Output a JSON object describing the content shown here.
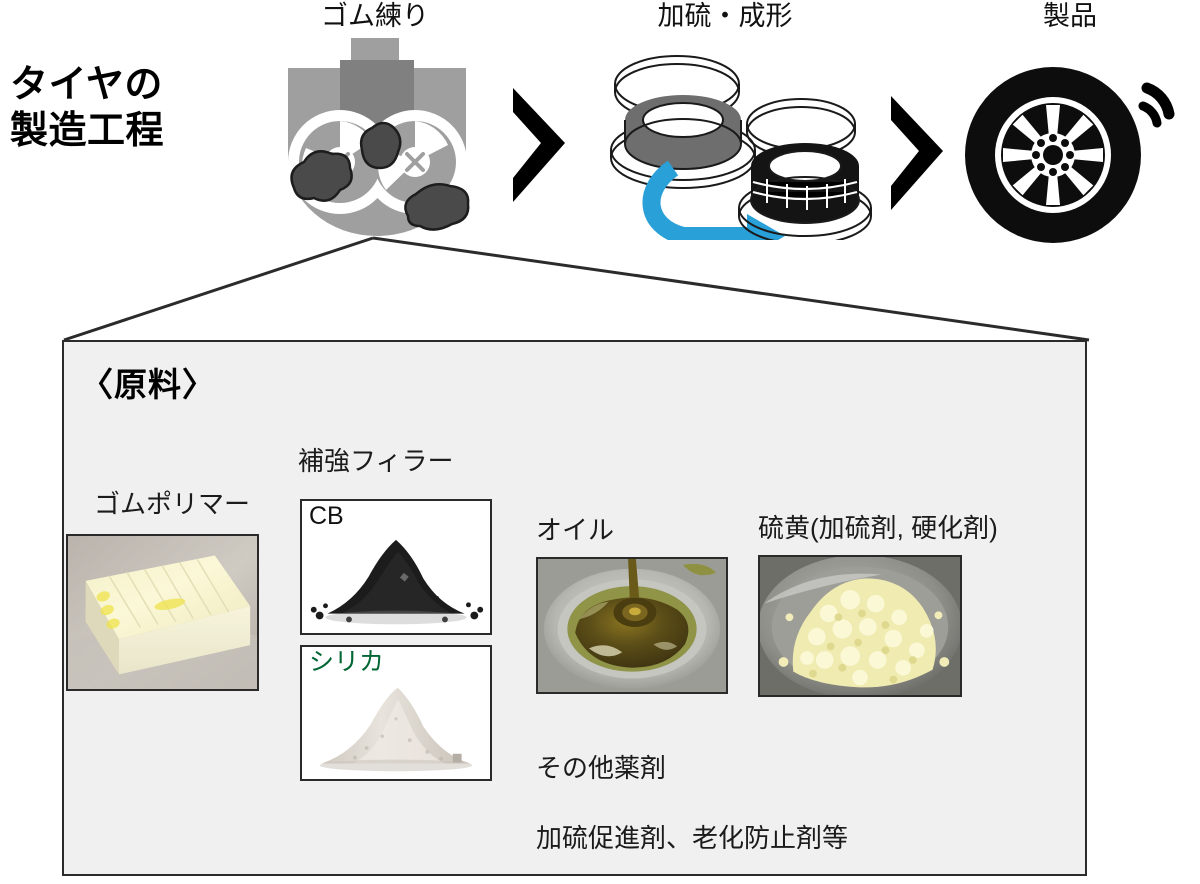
{
  "diagram": {
    "title": "タイヤの\n製造工程",
    "title_line1": "タイヤの",
    "title_line2": "製造工程"
  },
  "process": {
    "stages": [
      {
        "id": "mixing",
        "label": "ゴム練り",
        "icon": "rubber-mixer-icon"
      },
      {
        "id": "vulcanizing",
        "label": "加硫・成形",
        "icon": "tire-mold-icon"
      },
      {
        "id": "product",
        "label": "製品",
        "icon": "tire-wheel-icon"
      }
    ],
    "separators": [
      "chevron-right-icon",
      "chevron-right-icon"
    ],
    "transform_arrow": "curved-arrow-icon"
  },
  "materials_panel": {
    "heading": "〈原料〉",
    "items": [
      {
        "id": "rubber-polymer",
        "label": "ゴムポリマー",
        "photo": "rubber-polymer-block-photo"
      },
      {
        "id": "reinforcing-filler",
        "label": "補強フィラー",
        "sub_items": [
          {
            "id": "carbon-black",
            "caption": "CB",
            "caption_color": "#111111",
            "photo": "carbon-black-powder-photo"
          },
          {
            "id": "silica",
            "caption": "シリカ",
            "caption_color": "#006633",
            "photo": "silica-powder-photo"
          }
        ]
      },
      {
        "id": "oil",
        "label": "オイル",
        "photo": "oil-in-dish-photo"
      },
      {
        "id": "sulfur",
        "label": "硫黄(加硫剤, 硬化剤)",
        "photo": "sulfur-powder-photo"
      }
    ],
    "other_agents": {
      "line1": "その他薬剤",
      "line2": "加硫促進剤、老化防止剤等"
    }
  },
  "colors": {
    "panel_background": "#f0f0f0",
    "panel_border": "#2b2b2b",
    "mixer_body": "#9f9f9f",
    "mixer_dark": "#808080",
    "rubber_lump": "#4a4a4a",
    "arrow_blue": "#29a0d8",
    "silica_green": "#006633",
    "chevron_black": "#000000"
  }
}
